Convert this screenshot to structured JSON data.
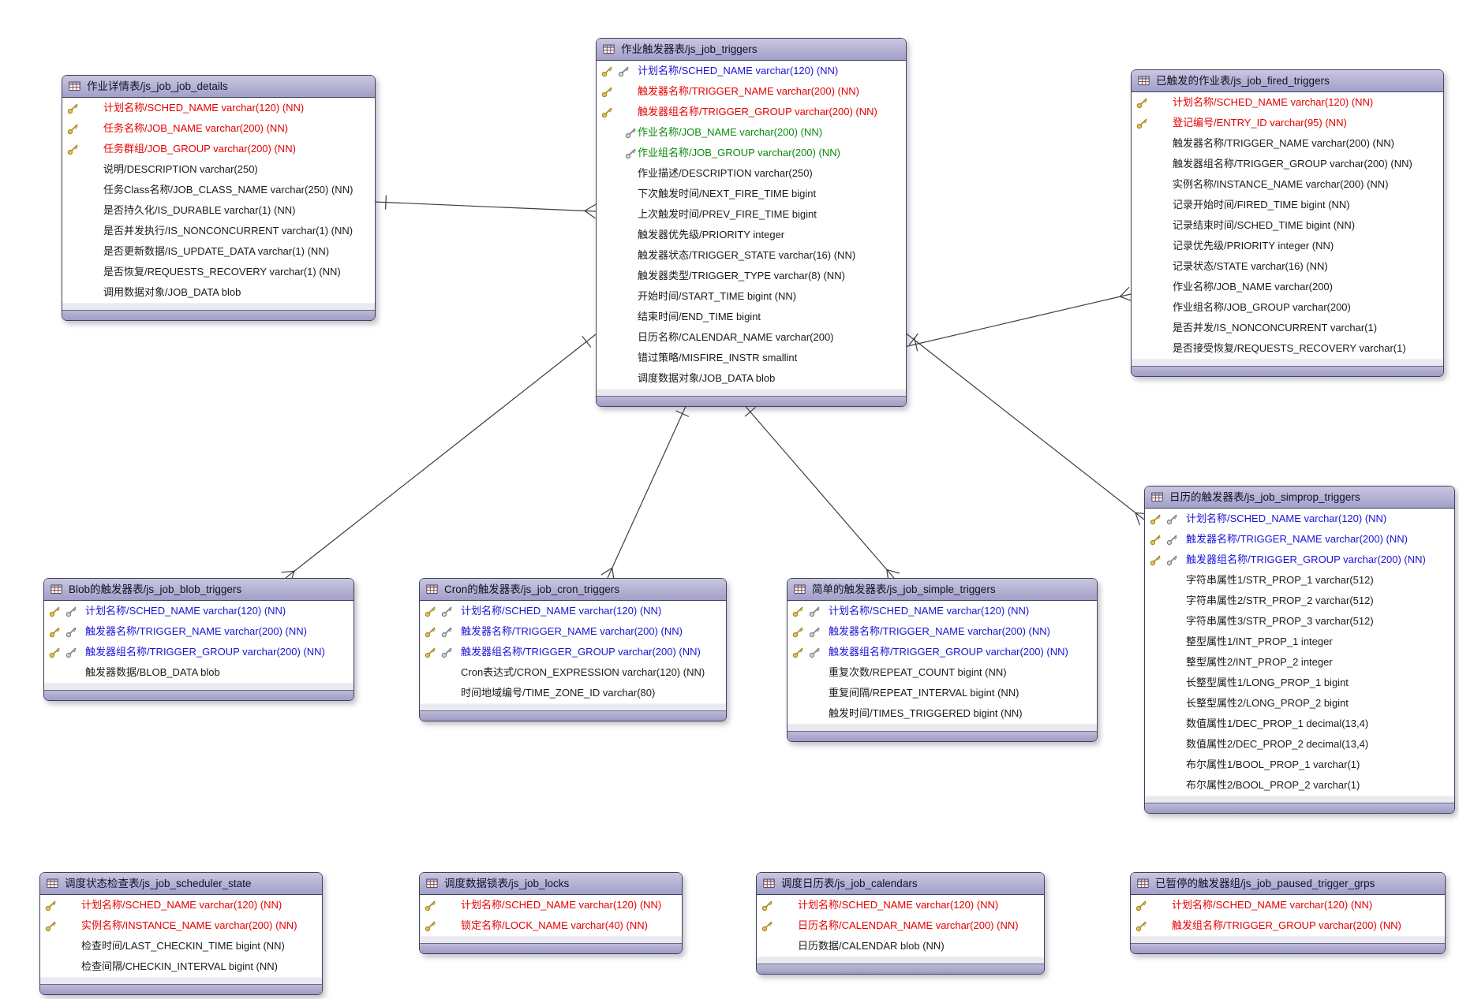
{
  "colors": {
    "red": "#e60000",
    "blue": "#1a12d8",
    "green": "#0b8a0b",
    "black": "#1a1a1a",
    "header_fill": "#a8a5cc",
    "key_gold": "#c8a22c",
    "key_silver": "#9a9a9a",
    "line": "#3d3d3d"
  },
  "tables": [
    {
      "id": "js_job_job_details",
      "title": "作业详情表/js_job_job_details",
      "fields": [
        {
          "keys": [
            "gold"
          ],
          "color": "red",
          "text": "计划名称/SCHED_NAME varchar(120) (NN)"
        },
        {
          "keys": [
            "gold"
          ],
          "color": "red",
          "text": "任务名称/JOB_NAME varchar(200) (NN)"
        },
        {
          "keys": [
            "gold"
          ],
          "color": "red",
          "text": "任务群组/JOB_GROUP varchar(200) (NN)"
        },
        {
          "keys": [],
          "color": "black",
          "text": "说明/DESCRIPTION varchar(250)"
        },
        {
          "keys": [],
          "color": "black",
          "text": "任务Class名称/JOB_CLASS_NAME varchar(250) (NN)"
        },
        {
          "keys": [],
          "color": "black",
          "text": "是否持久化/IS_DURABLE varchar(1) (NN)"
        },
        {
          "keys": [],
          "color": "black",
          "text": "是否并发执行/IS_NONCONCURRENT varchar(1) (NN)"
        },
        {
          "keys": [],
          "color": "black",
          "text": "是否更新数据/IS_UPDATE_DATA varchar(1) (NN)"
        },
        {
          "keys": [],
          "color": "black",
          "text": "是否恢复/REQUESTS_RECOVERY varchar(1) (NN)"
        },
        {
          "keys": [],
          "color": "black",
          "text": "调用数据对象/JOB_DATA blob"
        }
      ]
    },
    {
      "id": "js_job_triggers",
      "title": "作业触发器表/js_job_triggers",
      "fields": [
        {
          "keys": [
            "gold",
            "silver"
          ],
          "color": "blue",
          "text": "计划名称/SCHED_NAME varchar(120) (NN)"
        },
        {
          "keys": [
            "gold"
          ],
          "color": "red",
          "text": "触发器名称/TRIGGER_NAME varchar(200) (NN)"
        },
        {
          "keys": [
            "gold"
          ],
          "color": "red",
          "text": "触发器组名称/TRIGGER_GROUP varchar(200) (NN)"
        },
        {
          "keys": [
            "silver-solo"
          ],
          "color": "green",
          "text": "作业名称/JOB_NAME varchar(200) (NN)"
        },
        {
          "keys": [
            "silver-solo"
          ],
          "color": "green",
          "text": "作业组名称/JOB_GROUP varchar(200) (NN)"
        },
        {
          "keys": [],
          "color": "black",
          "text": "作业描述/DESCRIPTION varchar(250)"
        },
        {
          "keys": [],
          "color": "black",
          "text": "下次触发时间/NEXT_FIRE_TIME bigint"
        },
        {
          "keys": [],
          "color": "black",
          "text": "上次触发时间/PREV_FIRE_TIME bigint"
        },
        {
          "keys": [],
          "color": "black",
          "text": "触发器优先级/PRIORITY integer"
        },
        {
          "keys": [],
          "color": "black",
          "text": "触发器状态/TRIGGER_STATE varchar(16) (NN)"
        },
        {
          "keys": [],
          "color": "black",
          "text": "触发器类型/TRIGGER_TYPE varchar(8) (NN)"
        },
        {
          "keys": [],
          "color": "black",
          "text": "开始时间/START_TIME bigint (NN)"
        },
        {
          "keys": [],
          "color": "black",
          "text": "结束时间/END_TIME bigint"
        },
        {
          "keys": [],
          "color": "black",
          "text": "日历名称/CALENDAR_NAME varchar(200)"
        },
        {
          "keys": [],
          "color": "black",
          "text": "错过策略/MISFIRE_INSTR smallint"
        },
        {
          "keys": [],
          "color": "black",
          "text": "调度数据对象/JOB_DATA blob"
        }
      ]
    },
    {
      "id": "js_job_fired_triggers",
      "title": "已触发的作业表/js_job_fired_triggers",
      "fields": [
        {
          "keys": [
            "gold"
          ],
          "color": "red",
          "text": "计划名称/SCHED_NAME varchar(120) (NN)"
        },
        {
          "keys": [
            "gold"
          ],
          "color": "red",
          "text": "登记编号/ENTRY_ID varchar(95) (NN)"
        },
        {
          "keys": [],
          "color": "black",
          "text": "触发器名称/TRIGGER_NAME varchar(200) (NN)"
        },
        {
          "keys": [],
          "color": "black",
          "text": "触发器组名称/TRIGGER_GROUP varchar(200) (NN)"
        },
        {
          "keys": [],
          "color": "black",
          "text": "实例名称/INSTANCE_NAME varchar(200) (NN)"
        },
        {
          "keys": [],
          "color": "black",
          "text": "记录开始时间/FIRED_TIME bigint (NN)"
        },
        {
          "keys": [],
          "color": "black",
          "text": "记录结束时间/SCHED_TIME bigint (NN)"
        },
        {
          "keys": [],
          "color": "black",
          "text": "记录优先级/PRIORITY integer (NN)"
        },
        {
          "keys": [],
          "color": "black",
          "text": "记录状态/STATE varchar(16) (NN)"
        },
        {
          "keys": [],
          "color": "black",
          "text": "作业名称/JOB_NAME varchar(200)"
        },
        {
          "keys": [],
          "color": "black",
          "text": "作业组名称/JOB_GROUP varchar(200)"
        },
        {
          "keys": [],
          "color": "black",
          "text": "是否并发/IS_NONCONCURRENT varchar(1)"
        },
        {
          "keys": [],
          "color": "black",
          "text": "是否接受恢复/REQUESTS_RECOVERY varchar(1)"
        }
      ]
    },
    {
      "id": "js_job_blob_triggers",
      "title": "Blob的触发器表/js_job_blob_triggers",
      "fields": [
        {
          "keys": [
            "gold",
            "silver"
          ],
          "color": "blue",
          "text": "计划名称/SCHED_NAME varchar(120) (NN)"
        },
        {
          "keys": [
            "gold",
            "silver"
          ],
          "color": "blue",
          "text": "触发器名称/TRIGGER_NAME varchar(200) (NN)"
        },
        {
          "keys": [
            "gold",
            "silver"
          ],
          "color": "blue",
          "text": "触发器组名称/TRIGGER_GROUP varchar(200) (NN)"
        },
        {
          "keys": [],
          "color": "black",
          "text": "触发器数据/BLOB_DATA blob"
        }
      ]
    },
    {
      "id": "js_job_cron_triggers",
      "title": "Cron的触发器表/js_job_cron_triggers",
      "fields": [
        {
          "keys": [
            "gold",
            "silver"
          ],
          "color": "blue",
          "text": "计划名称/SCHED_NAME varchar(120) (NN)"
        },
        {
          "keys": [
            "gold",
            "silver"
          ],
          "color": "blue",
          "text": "触发器名称/TRIGGER_NAME varchar(200) (NN)"
        },
        {
          "keys": [
            "gold",
            "silver"
          ],
          "color": "blue",
          "text": "触发器组名称/TRIGGER_GROUP varchar(200) (NN)"
        },
        {
          "keys": [],
          "color": "black",
          "text": "Cron表达式/CRON_EXPRESSION varchar(120) (NN)"
        },
        {
          "keys": [],
          "color": "black",
          "text": "时间地域编号/TIME_ZONE_ID varchar(80)"
        }
      ]
    },
    {
      "id": "js_job_simple_triggers",
      "title": "简单的触发器表/js_job_simple_triggers",
      "fields": [
        {
          "keys": [
            "gold",
            "silver"
          ],
          "color": "blue",
          "text": "计划名称/SCHED_NAME varchar(120) (NN)"
        },
        {
          "keys": [
            "gold",
            "silver"
          ],
          "color": "blue",
          "text": "触发器名称/TRIGGER_NAME varchar(200) (NN)"
        },
        {
          "keys": [
            "gold",
            "silver"
          ],
          "color": "blue",
          "text": "触发器组名称/TRIGGER_GROUP varchar(200) (NN)"
        },
        {
          "keys": [],
          "color": "black",
          "text": "重复次数/REPEAT_COUNT bigint (NN)"
        },
        {
          "keys": [],
          "color": "black",
          "text": "重复间隔/REPEAT_INTERVAL bigint (NN)"
        },
        {
          "keys": [],
          "color": "black",
          "text": "触发时间/TIMES_TRIGGERED bigint (NN)"
        }
      ]
    },
    {
      "id": "js_job_simprop_triggers",
      "title": "日历的触发器表/js_job_simprop_triggers",
      "fields": [
        {
          "keys": [
            "gold",
            "silver"
          ],
          "color": "blue",
          "text": "计划名称/SCHED_NAME varchar(120) (NN)"
        },
        {
          "keys": [
            "gold",
            "silver"
          ],
          "color": "blue",
          "text": "触发器名称/TRIGGER_NAME varchar(200) (NN)"
        },
        {
          "keys": [
            "gold",
            "silver"
          ],
          "color": "blue",
          "text": "触发器组名称/TRIGGER_GROUP varchar(200) (NN)"
        },
        {
          "keys": [],
          "color": "black",
          "text": "字符串属性1/STR_PROP_1 varchar(512)"
        },
        {
          "keys": [],
          "color": "black",
          "text": "字符串属性2/STR_PROP_2 varchar(512)"
        },
        {
          "keys": [],
          "color": "black",
          "text": "字符串属性3/STR_PROP_3 varchar(512)"
        },
        {
          "keys": [],
          "color": "black",
          "text": "整型属性1/INT_PROP_1 integer"
        },
        {
          "keys": [],
          "color": "black",
          "text": "整型属性2/INT_PROP_2 integer"
        },
        {
          "keys": [],
          "color": "black",
          "text": "长整型属性1/LONG_PROP_1 bigint"
        },
        {
          "keys": [],
          "color": "black",
          "text": "长整型属性2/LONG_PROP_2 bigint"
        },
        {
          "keys": [],
          "color": "black",
          "text": "数值属性1/DEC_PROP_1 decimal(13,4)"
        },
        {
          "keys": [],
          "color": "black",
          "text": "数值属性2/DEC_PROP_2 decimal(13,4)"
        },
        {
          "keys": [],
          "color": "black",
          "text": "布尔属性1/BOOL_PROP_1 varchar(1)"
        },
        {
          "keys": [],
          "color": "black",
          "text": "布尔属性2/BOOL_PROP_2 varchar(1)"
        }
      ]
    },
    {
      "id": "js_job_scheduler_state",
      "title": "调度状态检查表/js_job_scheduler_state",
      "fields": [
        {
          "keys": [
            "gold"
          ],
          "color": "red",
          "text": "计划名称/SCHED_NAME varchar(120) (NN)"
        },
        {
          "keys": [
            "gold"
          ],
          "color": "red",
          "text": "实例名称/INSTANCE_NAME varchar(200) (NN)"
        },
        {
          "keys": [],
          "color": "black",
          "text": "检查时间/LAST_CHECKIN_TIME bigint (NN)"
        },
        {
          "keys": [],
          "color": "black",
          "text": "检查间隔/CHECKIN_INTERVAL bigint (NN)"
        }
      ]
    },
    {
      "id": "js_job_locks",
      "title": "调度数据锁表/js_job_locks",
      "fields": [
        {
          "keys": [
            "gold"
          ],
          "color": "red",
          "text": "计划名称/SCHED_NAME varchar(120) (NN)"
        },
        {
          "keys": [
            "gold"
          ],
          "color": "red",
          "text": "锁定名称/LOCK_NAME varchar(40) (NN)"
        }
      ]
    },
    {
      "id": "js_job_calendars",
      "title": "调度日历表/js_job_calendars",
      "fields": [
        {
          "keys": [
            "gold"
          ],
          "color": "red",
          "text": "计划名称/SCHED_NAME varchar(120) (NN)"
        },
        {
          "keys": [
            "gold"
          ],
          "color": "red",
          "text": "日历名称/CALENDAR_NAME varchar(200) (NN)"
        },
        {
          "keys": [],
          "color": "black",
          "text": "日历数据/CALENDAR blob (NN)"
        }
      ]
    },
    {
      "id": "js_job_paused_trigger_grps",
      "title": "已暂停的触发器组/js_job_paused_trigger_grps",
      "fields": [
        {
          "keys": [
            "gold"
          ],
          "color": "red",
          "text": "计划名称/SCHED_NAME varchar(120) (NN)"
        },
        {
          "keys": [
            "gold"
          ],
          "color": "red",
          "text": "触发组名称/TRIGGER_GROUP varchar(200) (NN)"
        }
      ]
    }
  ],
  "relationships": [
    {
      "from": "js_job_job_details",
      "to": "js_job_triggers",
      "from_cardinality": "one",
      "to_cardinality": "many"
    },
    {
      "from": "js_job_triggers",
      "to": "js_job_blob_triggers",
      "from_cardinality": "one",
      "to_cardinality": "many"
    },
    {
      "from": "js_job_triggers",
      "to": "js_job_cron_triggers",
      "from_cardinality": "one",
      "to_cardinality": "many"
    },
    {
      "from": "js_job_triggers",
      "to": "js_job_simple_triggers",
      "from_cardinality": "one",
      "to_cardinality": "many"
    },
    {
      "from": "js_job_triggers",
      "to": "js_job_fired_triggers",
      "from_cardinality": "one",
      "to_cardinality": "many"
    },
    {
      "from": "js_job_triggers",
      "to": "js_job_simprop_triggers",
      "from_cardinality": "one",
      "to_cardinality": "many"
    }
  ]
}
